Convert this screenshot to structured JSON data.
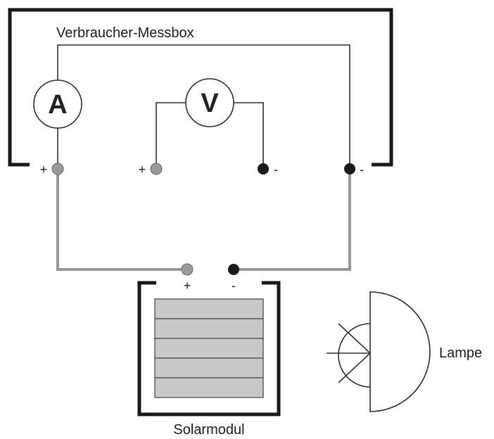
{
  "labels": {
    "box": "Verbraucher-Messbox",
    "ammeter": "A",
    "voltmeter": "V",
    "solar": "Solarmodul",
    "lamp": "Lampe",
    "plus": "+",
    "minus": "-"
  },
  "colors": {
    "frame": "#1a1a1a",
    "wire_thin": "#333333",
    "wire_gray": "#999999",
    "terminal_pos": "#9a9a9a",
    "terminal_neg": "#1a1a1a",
    "panel_fill": "#c8c8c8"
  }
}
